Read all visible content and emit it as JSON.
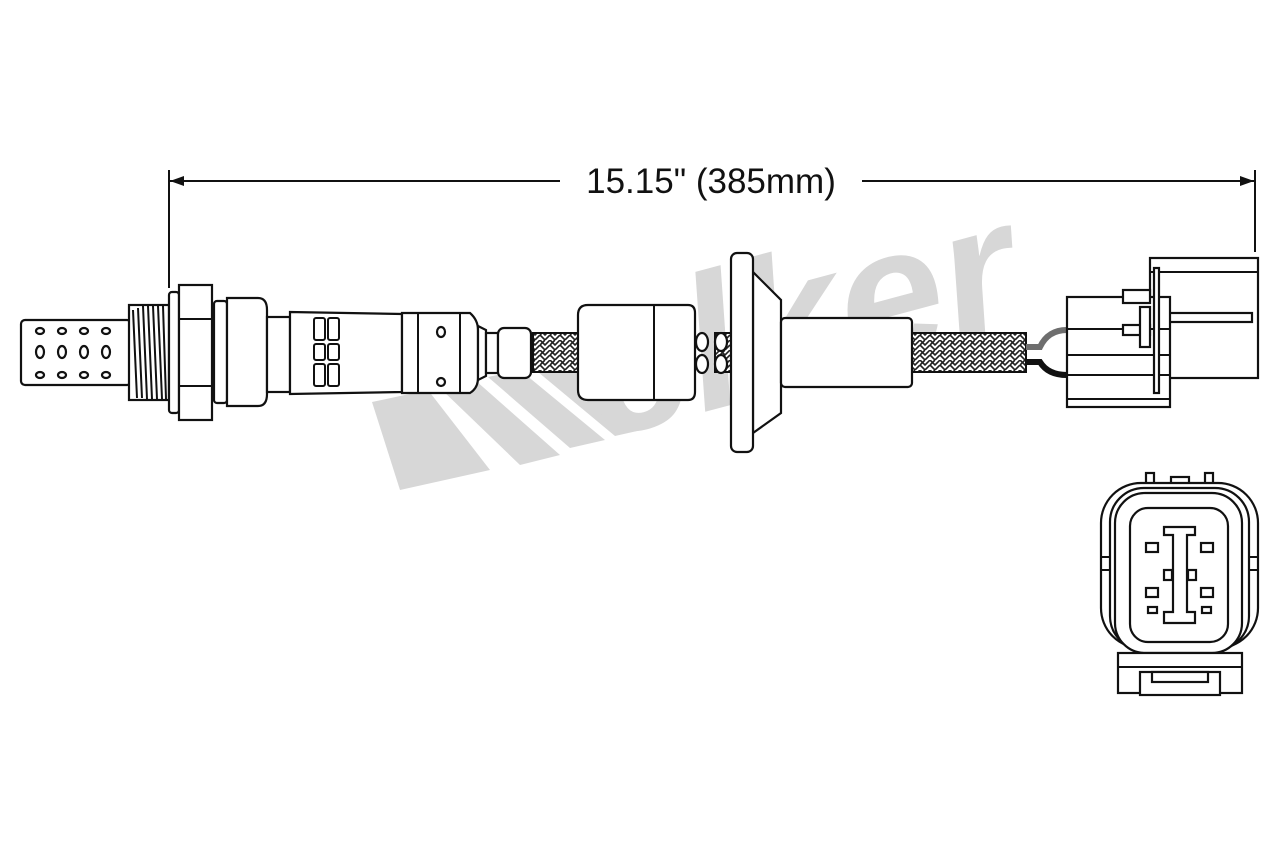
{
  "dimension": {
    "label": "15.15\" (385mm)"
  },
  "watermark": {
    "logo_text": "Walker",
    "color": "#d7d7d7"
  },
  "parts": {
    "sensor_tip": "perforated-probe-shield",
    "connector_face": "6-cavity-connector-end-view"
  },
  "colors": {
    "line": "#111111",
    "wire_gray": "#6e6e6e",
    "wire_black": "#111111"
  }
}
